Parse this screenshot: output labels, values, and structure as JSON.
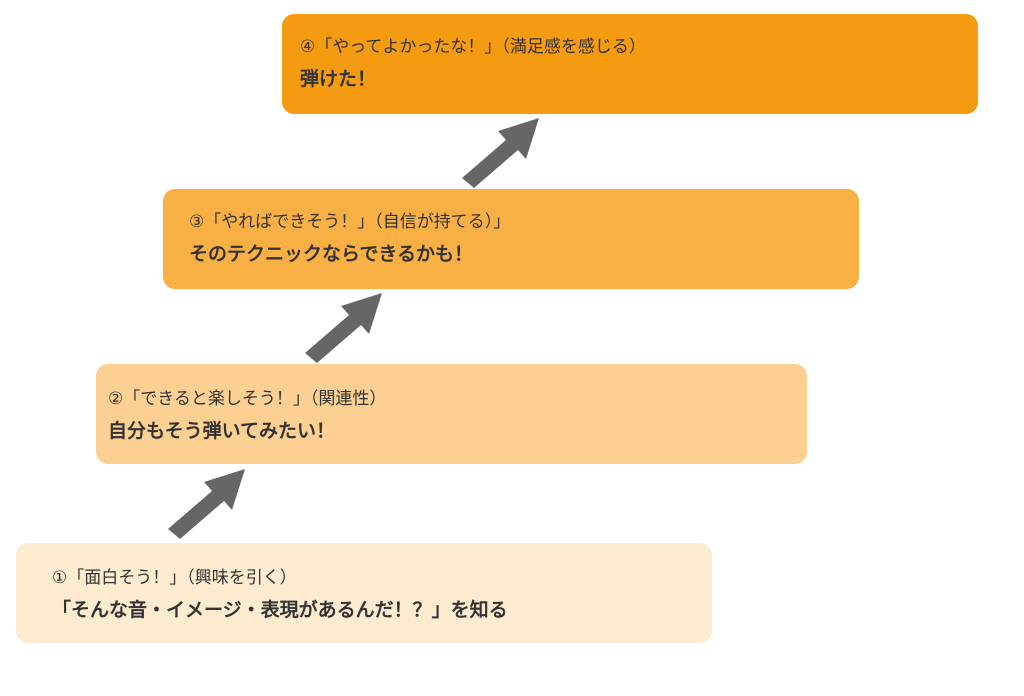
{
  "colors": {
    "step1": "#fdebd0",
    "step2": "#fbd092",
    "step3": "#f8b045",
    "step4": "#f49b12",
    "arrow": "#666666",
    "text": "#333333"
  },
  "steps": [
    {
      "caption": "①「面白そう！」（興味を引く）",
      "headline": "「そんな音・イメージ・表現があるんだ！？」を知る"
    },
    {
      "caption": "②「できると楽しそう！」（関連性）",
      "headline": "自分もそう弾いてみたい！"
    },
    {
      "caption": "③「やればできそう！」（自信が持てる）」",
      "headline": "そのテクニックならできるかも！"
    },
    {
      "caption": "④「やってよかったな！」（満足感を感じる）",
      "headline": "弾けた！"
    }
  ]
}
